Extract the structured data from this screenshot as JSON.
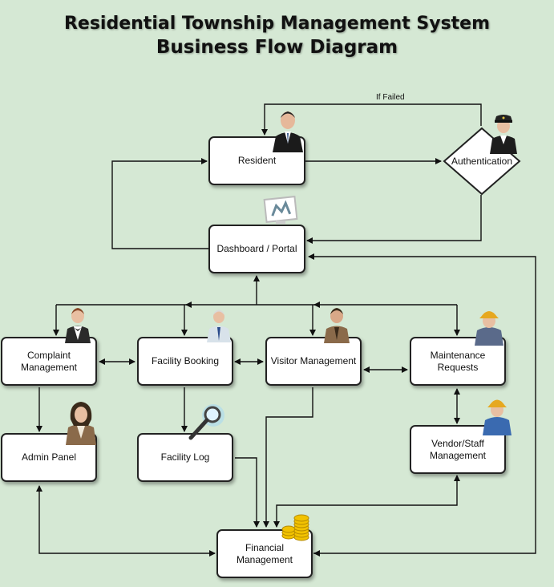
{
  "title": "Residential Township Management System",
  "subtitle": "Business Flow Diagram",
  "nodes": {
    "resident": "Resident",
    "authentication": "Authentication",
    "dashboard": "Dashboard / Portal",
    "complaint": "Complaint\nManagement",
    "facility_booking": "Facility Booking",
    "visitor": "Visitor Management",
    "maintenance": "Maintenance\nRequests",
    "admin": "Admin Panel",
    "facility_log": "Facility Log",
    "vendor": "Vendor/Staff\nManagement",
    "financial": "Financial\nManagement"
  },
  "edge_labels": {
    "if_failed": "If Failed"
  },
  "icons": [
    "person-suit-icon",
    "pilot-icon",
    "dashboard-monitor-icon",
    "waiter-icon",
    "office-worker-icon",
    "guard-icon",
    "hardhat-worker-icon",
    "businesswoman-icon",
    "magnifier-icon",
    "female-worker-icon",
    "gold-coins-icon"
  ]
}
